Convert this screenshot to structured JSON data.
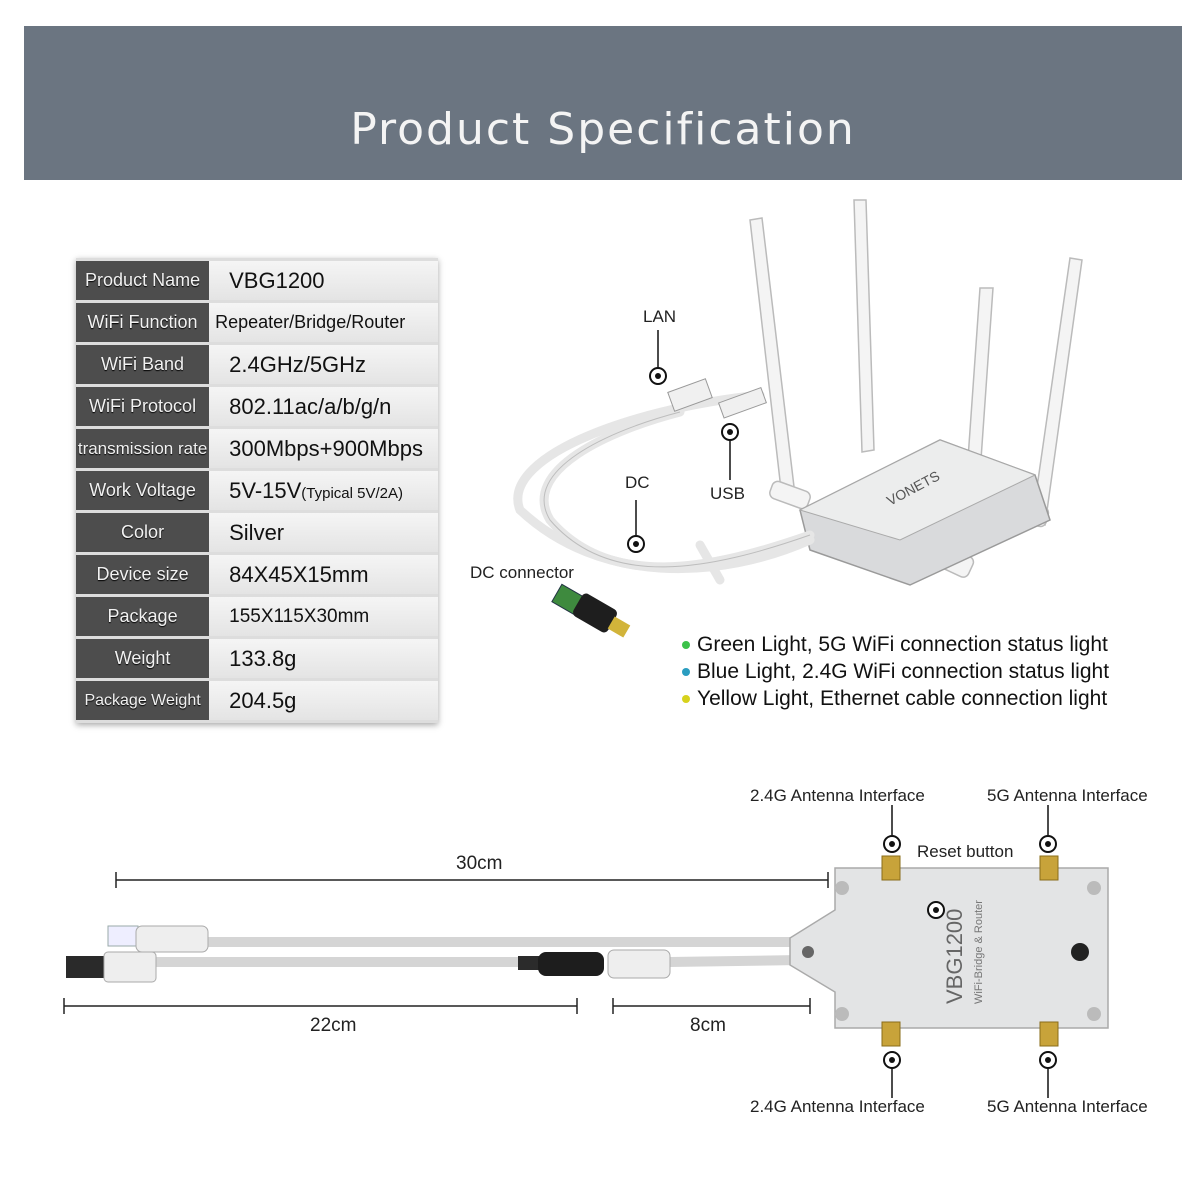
{
  "header": {
    "title": "Product Specification"
  },
  "specs": [
    {
      "label": "Product Name",
      "value": "VBG1200"
    },
    {
      "label": "WiFi Function",
      "value": "Repeater/Bridge/Router"
    },
    {
      "label": "WiFi Band",
      "value": "2.4GHz/5GHz"
    },
    {
      "label": "WiFi Protocol",
      "value": "802.11ac/a/b/g/n"
    },
    {
      "label": "transmission rate",
      "value": "300Mbps+900Mbps"
    },
    {
      "label": "Work Voltage",
      "value": "5V-15V",
      "note": "(Typical 5V/2A)"
    },
    {
      "label": "Color",
      "value": "Silver"
    },
    {
      "label": "Device size",
      "value": "84X45X15mm"
    },
    {
      "label": "Package",
      "value": "155X115X30mm"
    },
    {
      "label": "Weight",
      "value": "133.8g"
    },
    {
      "label": "Package Weight",
      "value": "204.5g"
    }
  ],
  "device_labels": {
    "lan": "LAN",
    "usb": "USB",
    "dc": "DC",
    "dc_connector": "DC connector",
    "brand": "VONETS"
  },
  "lights": [
    {
      "text": "Green Light, 5G WiFi connection status light",
      "color": "#3cc24a"
    },
    {
      "text": "Blue Light, 2.4G WiFi connection status light",
      "color": "#2a9dc0"
    },
    {
      "text": "Yellow Light, Ethernet cable connection light",
      "color": "#d7d21c"
    }
  ],
  "diagram": {
    "top_left_antenna": "2.4G Antenna Interface",
    "top_right_antenna": "5G Antenna Interface",
    "bottom_left_antenna": "2.4G Antenna Interface",
    "bottom_right_antenna": "5G Antenna Interface",
    "reset": "Reset button",
    "len_total": "30cm",
    "len_left": "22cm",
    "len_right": "8cm",
    "model": "VBG1200",
    "sub": "WiFi-Bridge & Router"
  }
}
